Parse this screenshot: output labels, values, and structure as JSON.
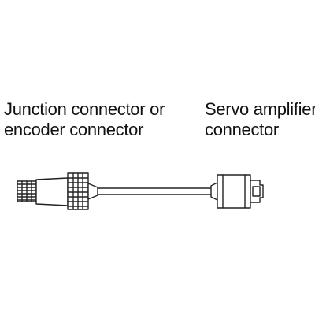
{
  "labels": {
    "left": {
      "line1": "Junction connector or",
      "line2": "encoder connector"
    },
    "right": {
      "line1": "Servo amplifier",
      "line2": "connector"
    }
  },
  "colors": {
    "stroke": "#222222",
    "fill": "#ffffff",
    "text": "#111111"
  }
}
